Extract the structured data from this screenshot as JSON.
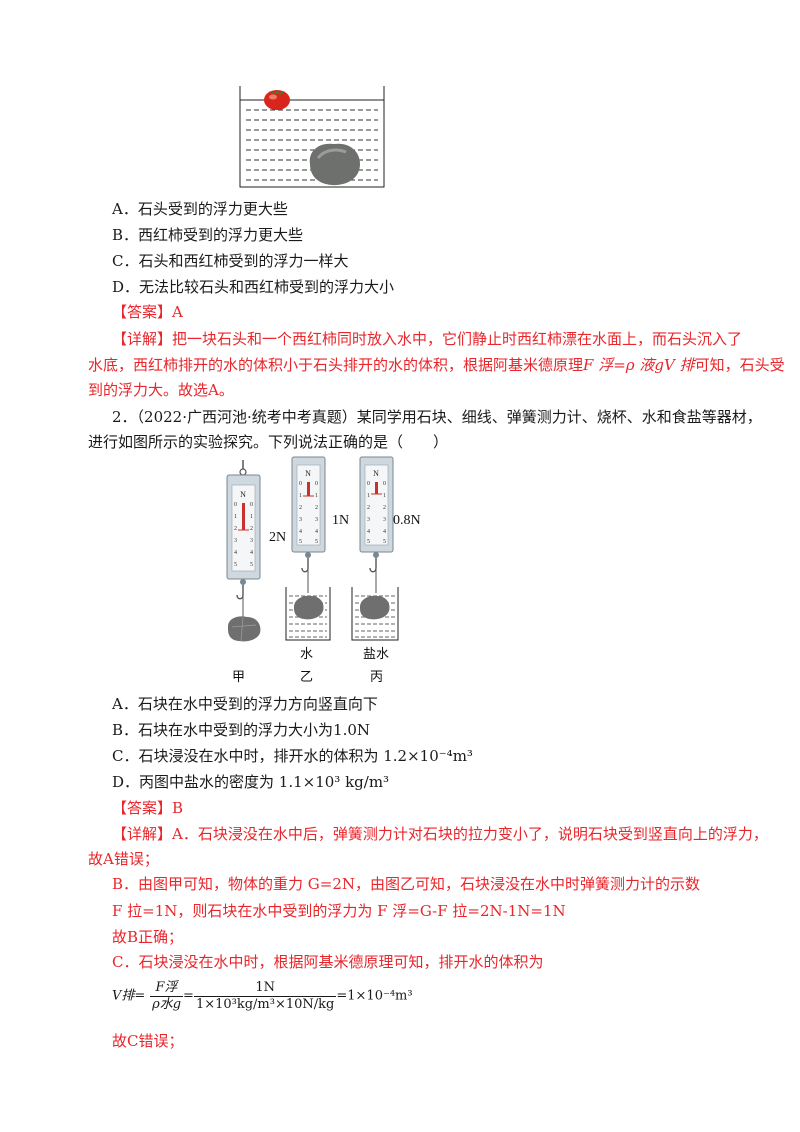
{
  "q1": {
    "options": [
      "A．石头受到的浮力更大些",
      "B．西红柿受到的浮力更大些",
      "C．石头和西红柿受到的浮力一样大",
      "D．无法比较石头和西红柿受到的浮力大小"
    ],
    "answer_tag": "【答案】A",
    "detail_tag": "【详解】",
    "detail_l1": "把一块石头和一个西红柿同时放入水中，它们静止时西红柿漂在水面上，而石头沉入了",
    "detail_l2a": "水底，西红柿排开的水的体积小于石头排开的水的体积，根据阿基米德原理",
    "detail_l2_formula": "F 浮=ρ 液gV 排",
    "detail_l2b": "可知，石头受",
    "detail_l3": "到的浮力大。故选A。"
  },
  "q2": {
    "stem_l1": "2．（2022·广西河池·统考中考真题）某同学用石块、细线、弹簧测力计、烧杯、水和食盐等器材，",
    "stem_l2": "进行如图所示的实验探究。下列说法正确的是（　　）",
    "figure": {
      "readings": [
        "2N",
        "1N",
        "0.8N"
      ],
      "liquid_labels": [
        "水",
        "盐水"
      ],
      "panel_labels": [
        "甲",
        "乙",
        "丙"
      ],
      "scale_unit": "N",
      "scale_ticks": [
        "0",
        "1",
        "2",
        "3",
        "4",
        "5"
      ]
    },
    "options": [
      "A．石块在水中受到的浮力方向竖直向下",
      "B．石块在水中受到的浮力大小为1.0N",
      "C．石块浸没在水中时，排开水的体积为 1.2×10⁻⁴m³",
      "D．丙图中盐水的密度为 1.1×10³ kg/m³"
    ],
    "answer_tag": "【答案】B",
    "detail_tag": "【详解】",
    "detail_a1": "A．石块浸没在水中后，弹簧测力计对石块的拉力变小了，说明石块受到竖直向上的浮力，",
    "detail_a2": "故A错误；",
    "detail_b1": "B．由图甲可知，物体的重力 G=2N，由图乙可知，石块浸没在水中时弹簧测力计的示数",
    "detail_b2": "F 拉=1N，则石块在水中受到的浮力为 F 浮=G-F 拉=2N-1N=1N",
    "detail_b3": "故B正确；",
    "detail_c1": "C．石块浸没在水中时，根据阿基米德原理可知，排开水的体积为",
    "formula": {
      "lhs": "V排=",
      "frac1_num": "F浮",
      "frac1_den": "ρ水g",
      "frac2_num": "1N",
      "frac2_den": "1×10³kg/m³×10N/kg",
      "result": "=1×10⁻⁴m³"
    },
    "detail_c2": "故C错误；"
  }
}
